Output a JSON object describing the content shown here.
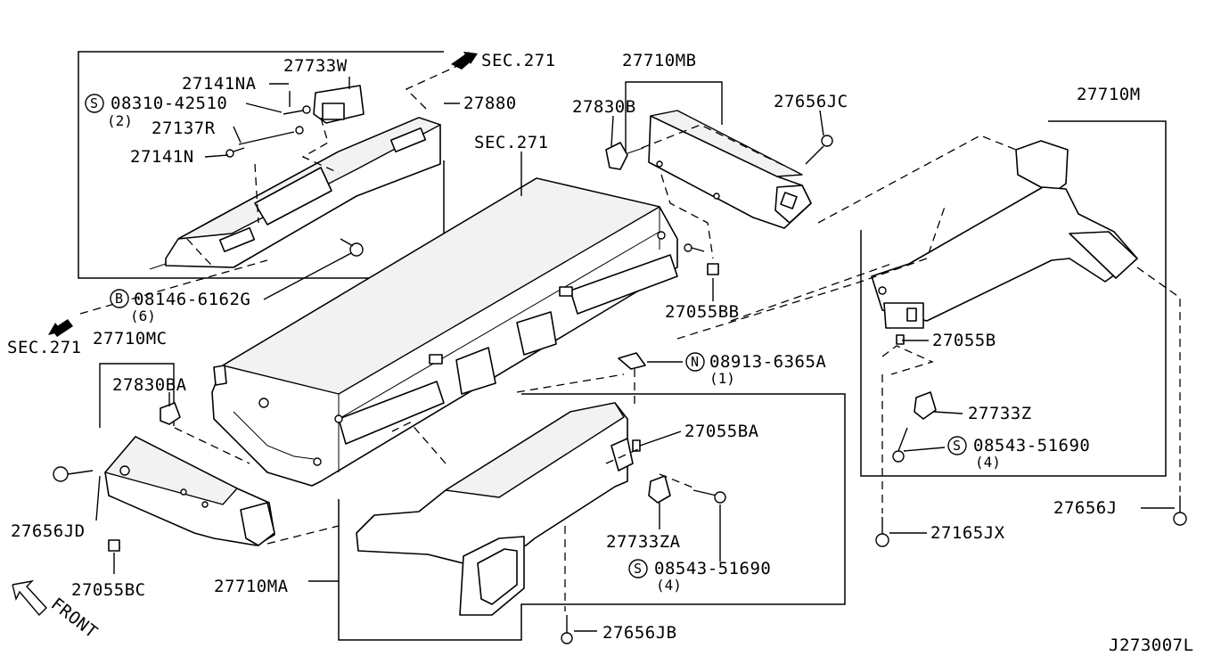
{
  "diagram_code": "J273007L",
  "front_label": "FRONT",
  "section_refs": {
    "top_right": "SEC.271",
    "center": "SEC.271",
    "left": "SEC.271"
  },
  "parts": {
    "p27733W": "27733W",
    "p27141NA": "27141NA",
    "p08310": "08310-42510",
    "p08310_qty": "(2)",
    "p08310_sym": "S",
    "p27137R": "27137R",
    "p27141N": "27141N",
    "p27880": "27880",
    "p08146": "08146-6162G",
    "p08146_qty": "(6)",
    "p08146_sym": "B",
    "p27710MB": "27710MB",
    "p27830B": "27830B",
    "p27656JC": "27656JC",
    "p27710M": "27710M",
    "p27055BB": "27055BB",
    "p27055B": "27055B",
    "p08913": "08913-6365A",
    "p08913_qty": "(1)",
    "p08913_sym": "N",
    "p27733Z": "27733Z",
    "p08543a": "08543-51690",
    "p08543a_qty": "(4)",
    "p08543a_sym": "S",
    "p27656J": "27656J",
    "p27165JX": "27165JX",
    "p27710MC": "27710MC",
    "p27830BA": "27830BA",
    "p27055BA": "27055BA",
    "p27733ZA": "27733ZA",
    "p08543b": "08543-51690",
    "p08543b_qty": "(4)",
    "p08543b_sym": "S",
    "p27656JD": "27656JD",
    "p27055BC": "27055BC",
    "p27710MA": "27710MA",
    "p27656JB": "27656JB"
  }
}
